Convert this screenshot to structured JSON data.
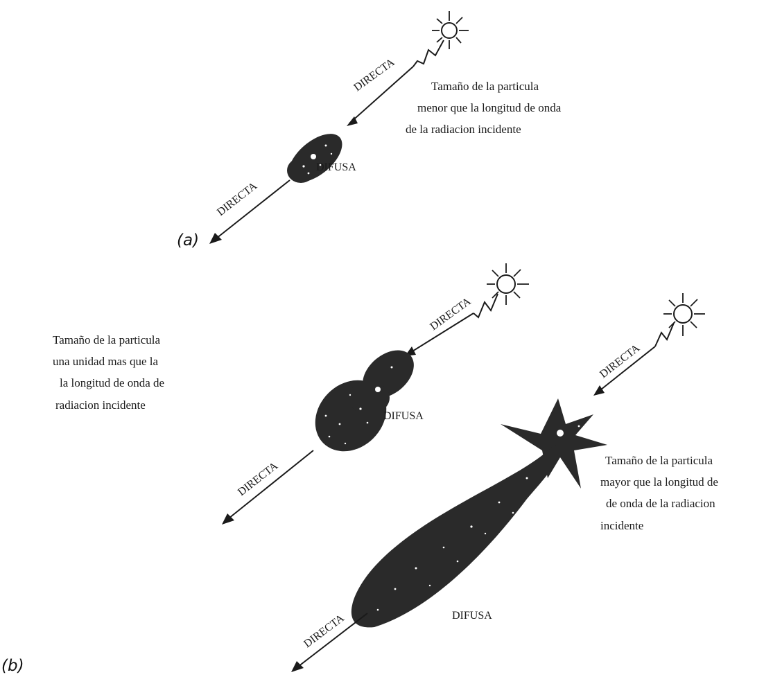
{
  "labels": {
    "directa": "DIRECTA",
    "difusa": "DIFUSA"
  },
  "panels": {
    "a": "(a)",
    "b": "(b)"
  },
  "captions": {
    "small": [
      "Tamaño de la particula",
      "menor que la longitud de onda",
      "de la radiacion incidente"
    ],
    "equal": [
      "Tamaño de la particula",
      "una unidad mas que la",
      "la longitud de onda de",
      "radiacion incidente"
    ],
    "large": [
      "Tamaño de la particula",
      "mayor que la longitud de",
      "de onda de la radiacion",
      "incidente"
    ]
  },
  "icons": [
    "sun-icon",
    "particle-icon",
    "arrow-head-icon"
  ]
}
